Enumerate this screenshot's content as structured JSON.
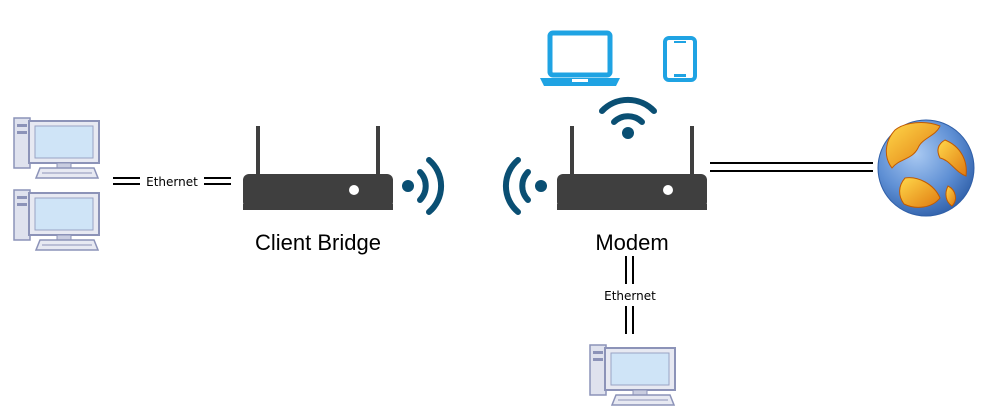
{
  "labels": {
    "client_bridge": "Client Bridge",
    "modem": "Modem",
    "ethernet_left": "Ethernet",
    "ethernet_bottom": "Ethernet"
  },
  "icons": {
    "desktop": "desktop-computer-icon",
    "router": "router-icon",
    "wireless": "wireless-signal-icon",
    "laptop": "laptop-icon",
    "tablet": "tablet-icon",
    "globe": "globe-icon"
  },
  "colors": {
    "router_body": "#3f3f3f",
    "wireless_signal": "#0a4f73",
    "device_blue": "#1fa3e3",
    "computer_frame": "#8c93b8",
    "computer_screen": "#cfe4f7",
    "globe_ocean": "#5e8fd4",
    "globe_land": "#f0a020"
  }
}
